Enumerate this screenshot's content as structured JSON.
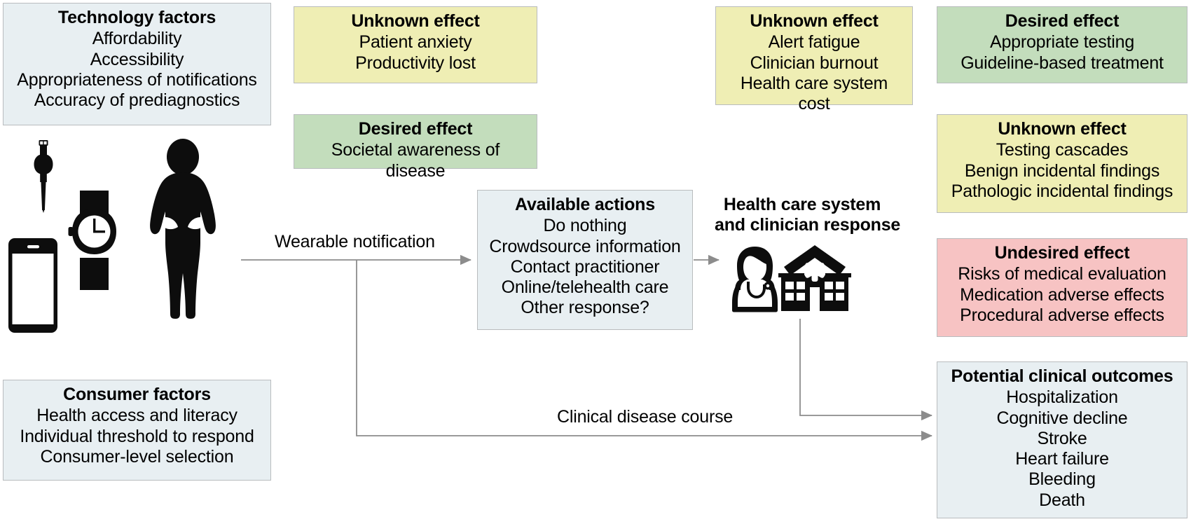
{
  "diagram": {
    "boxes": {
      "technology_factors": {
        "title": "Technology factors",
        "items": [
          "Affordability",
          "Accessibility",
          "Appropriateness of notifications",
          "Accuracy of prediagnostics"
        ],
        "color": "#e8eff2",
        "kind": "blue"
      },
      "consumer_factors": {
        "title": "Consumer factors",
        "items": [
          "Health access and literacy",
          "Individual threshold to respond",
          "Consumer-level selection"
        ],
        "color": "#e8eff2",
        "kind": "blue"
      },
      "unknown_effect_patient": {
        "title": "Unknown effect",
        "items": [
          "Patient anxiety",
          "Productivity lost"
        ],
        "color": "#efeeb4",
        "kind": "yellow"
      },
      "desired_effect_societal": {
        "title": "Desired effect",
        "items": [
          "Societal awareness of disease"
        ],
        "color": "#c3ddbc",
        "kind": "green"
      },
      "unknown_effect_clinician": {
        "title": "Unknown effect",
        "items": [
          "Alert fatigue",
          "Clinician burnout",
          "Health care system cost"
        ],
        "color": "#efeeb4",
        "kind": "yellow"
      },
      "desired_effect_testing": {
        "title": "Desired effect",
        "items": [
          "Appropriate testing",
          "Guideline-based treatment"
        ],
        "color": "#c3ddbc",
        "kind": "green"
      },
      "unknown_effect_testing": {
        "title": "Unknown effect",
        "items": [
          "Testing cascades",
          "Benign incidental findings",
          "Pathologic incidental findings"
        ],
        "color": "#efeeb4",
        "kind": "yellow"
      },
      "undesired_effect": {
        "title": "Undesired effect",
        "items": [
          "Risks of medical evaluation",
          "Medication adverse effects",
          "Procedural adverse effects"
        ],
        "color": "#f7c3c3",
        "kind": "pink"
      },
      "available_actions": {
        "title": "Available actions",
        "items": [
          "Do nothing",
          "Crowdsource information",
          "Contact practitioner",
          "Online/telehealth care",
          "Other response?"
        ],
        "color": "#e8eff2",
        "kind": "blue"
      },
      "potential_outcomes": {
        "title": "Potential clinical outcomes",
        "items": [
          "Hospitalization",
          "Cognitive decline",
          "Stroke",
          "Heart failure",
          "Bleeding",
          "Death"
        ],
        "color": "#e8eff2",
        "kind": "blue"
      }
    },
    "node_titles": {
      "health_care_response": "Health care system\nand clinician response",
      "health_care_response_line1": "Health care system",
      "health_care_response_line2": "and clinician response"
    },
    "edge_labels": {
      "wearable_notification": "Wearable notification",
      "clinical_disease_course": "Clinical disease course"
    },
    "icons": {
      "wristband_watch": "wristband-watch-icon",
      "analog_watch": "analog-watch-icon",
      "smartphone": "smartphone-icon",
      "person": "person-silhouette-icon",
      "clinician": "clinician-icon",
      "hospital": "hospital-icon"
    },
    "colors": {
      "arrow": "#8c8c8c",
      "box_border": "#b9bcbe",
      "icon": "#0d0d0d",
      "text": "#000000",
      "background": "#ffffff"
    }
  }
}
